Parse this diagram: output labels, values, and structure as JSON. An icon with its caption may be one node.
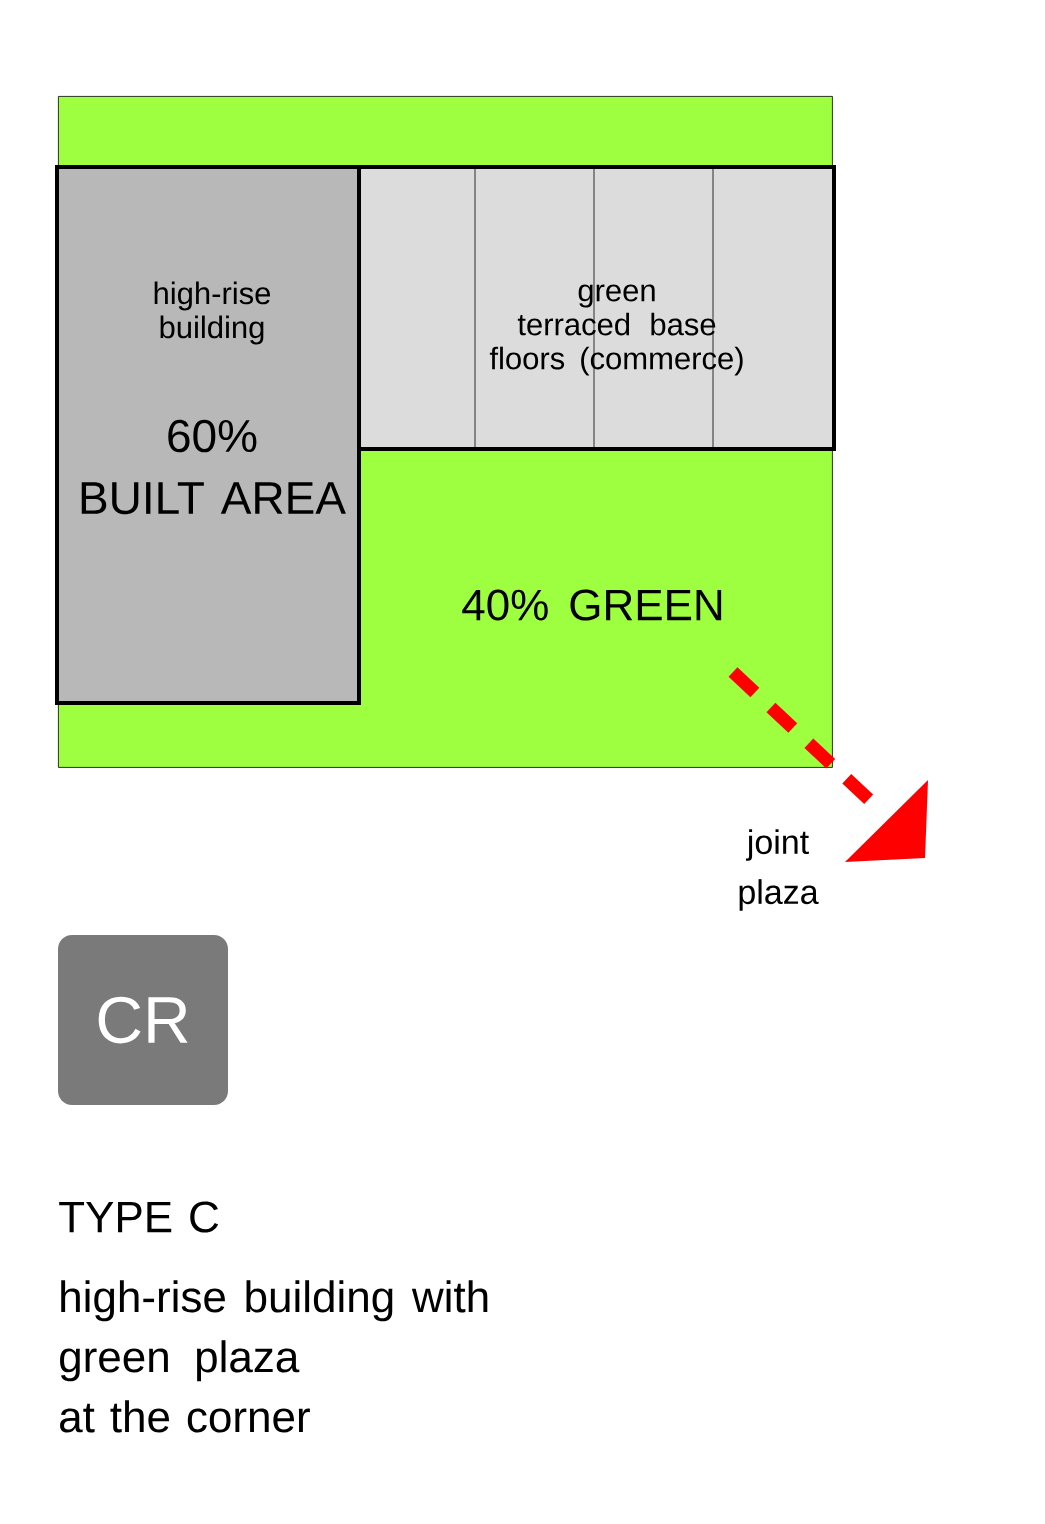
{
  "diagram": {
    "title": "TYPE  C",
    "caption": "high-rise building with green plaza at the corner",
    "nodes": [
      {
        "text": [
          "40% GREEN"
        ]
      },
      {
        "text": [
          "high-rise building",
          "60% BUILT AREA"
        ],
        "in": 0
      },
      {
        "text": [
          "green terraced base floors (commerce)"
        ],
        "in": 0
      },
      {
        "text": [
          "CR"
        ]
      }
    ],
    "edges": [],
    "labels": [
      "joint plaza"
    ]
  }
}
